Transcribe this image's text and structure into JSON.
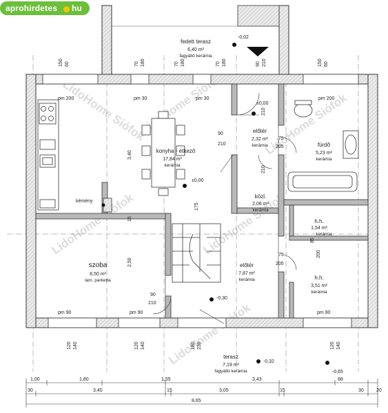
{
  "logo": {
    "text": "aprohirdetes",
    "tld": "hu"
  },
  "watermark": "LidoHome Siófok",
  "rooms": {
    "fedett_terasz": {
      "name": "fedett terasz",
      "area": "6,40 m²",
      "finish": "fagyálló kerámia",
      "level": "-0,02"
    },
    "konyha": {
      "name": "konyha - étkező",
      "area": "17,84 m²",
      "finish": "kerámia",
      "level": "±0,00"
    },
    "eloter_top": {
      "name": "előtér",
      "area": "2,32 m²",
      "finish": "kerámia"
    },
    "furdo": {
      "name": "fürdő",
      "area": "5,23 m²",
      "finish": "kerámia"
    },
    "kozl": {
      "name": "közl.",
      "area": "2,06 m²",
      "finish": "kerámia"
    },
    "hh1": {
      "name": "h.h.",
      "area": "1,54 m²",
      "finish": "kerámia"
    },
    "szoba": {
      "name": "szoba",
      "area": "8,50 m²",
      "finish": "lam. parketta"
    },
    "eloter_mid": {
      "name": "előtér",
      "area": "7,87 m²",
      "finish": "kerámia"
    },
    "hh2": {
      "name": "h.h.",
      "area": "3,51 m²",
      "finish": "kerámia"
    },
    "terasz": {
      "name": "terasz",
      "area": "7,19 m²",
      "finish": "fagyálló kerámia",
      "level": "-0,32"
    }
  },
  "labels": {
    "kemeny": "kémény",
    "level_entry": "±0,00",
    "level_hall": "-0,30",
    "level_outside": "-0,65"
  },
  "window_labels": [
    "pm 200",
    "pm 30",
    "pm 30",
    "pm 200",
    "pm 90",
    "pm 90",
    "pm 90"
  ],
  "dimensions": {
    "row1": [
      "1,00",
      "1,80",
      "1,55",
      "3,43",
      "88"
    ],
    "row2": [
      "30",
      "3,40",
      "15",
      "3,05",
      "15",
      "30",
      "20"
    ],
    "total": "8,65",
    "top_ticks": [
      "150",
      "60",
      "70",
      "180",
      "70",
      "180",
      "70",
      "180",
      "90",
      "210",
      "150",
      "60"
    ],
    "bottom_ticks": [
      "120",
      "140",
      "120",
      "140",
      "180",
      "230",
      "120",
      "140"
    ],
    "misc": [
      "90",
      "210",
      "75",
      "205",
      "75",
      "205",
      "85",
      "200",
      "90",
      "210",
      "175",
      "210",
      "3,40",
      "15",
      "2,50",
      "210"
    ]
  }
}
